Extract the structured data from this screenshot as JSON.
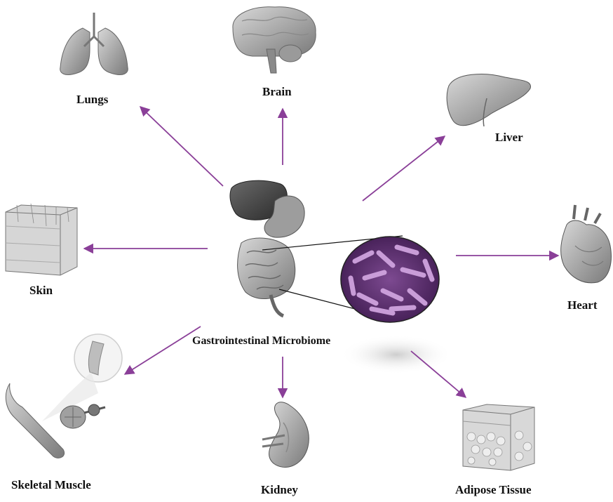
{
  "center": {
    "label": "Gastrointestinal Microbiome",
    "image": "digestive-system-icon",
    "inset_image": "bacteria-micrograph"
  },
  "organs": [
    {
      "id": "lungs",
      "label": "Lungs",
      "icon": "lungs-icon"
    },
    {
      "id": "brain",
      "label": "Brain",
      "icon": "brain-icon"
    },
    {
      "id": "liver",
      "label": "Liver",
      "icon": "liver-icon"
    },
    {
      "id": "heart",
      "label": "Heart",
      "icon": "heart-icon"
    },
    {
      "id": "skin",
      "label": "Skin",
      "icon": "skin-icon"
    },
    {
      "id": "skeletal-muscle",
      "label": "Skeletal Muscle",
      "icon": "muscle-icon"
    },
    {
      "id": "kidney",
      "label": "Kidney",
      "icon": "kidney-icon"
    },
    {
      "id": "adipose-tissue",
      "label": "Adipose Tissue",
      "icon": "adipose-icon"
    }
  ],
  "colors": {
    "arrow": "#8a3f98",
    "bacteria": "#b07bc0",
    "bacteria_bg": "#5a2a6e",
    "organ_gray": "#9a9a9a",
    "text": "#111111"
  }
}
